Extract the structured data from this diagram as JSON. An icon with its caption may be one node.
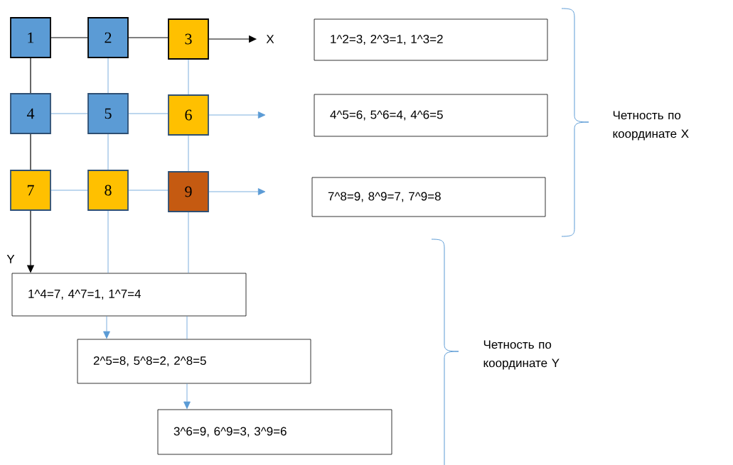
{
  "diagram": {
    "nodes": [
      {
        "text": [
          "1"
        ]
      },
      {
        "text": [
          "2"
        ]
      },
      {
        "text": [
          "3"
        ]
      },
      {
        "text": [
          "4"
        ]
      },
      {
        "text": [
          "5"
        ]
      },
      {
        "text": [
          "6"
        ]
      },
      {
        "text": [
          "7"
        ]
      },
      {
        "text": [
          "8"
        ]
      },
      {
        "text": [
          "9"
        ]
      },
      {
        "text": [
          "1^2=3, 2^3=1, 1^3=2"
        ]
      },
      {
        "text": [
          "4^5=6, 5^6=4, 4^6=5"
        ]
      },
      {
        "text": [
          "7^8=9, 8^9=7, 7^9=8"
        ]
      },
      {
        "text": [
          "1^4=7, 4^7=1, 1^7=4"
        ]
      },
      {
        "text": [
          "2^5=8, 5^8=2, 2^8=5"
        ]
      },
      {
        "text": [
          "3^6=9, 6^9=3, 3^9=6"
        ]
      },
      {
        "text": [
          "X"
        ]
      }
    ],
    "edges": [
      {
        "from": 0,
        "to": 1,
        "arrow": "none",
        "color": "#000000"
      },
      {
        "from": 1,
        "to": 2,
        "arrow": "none",
        "color": "#000000"
      },
      {
        "from": 2,
        "to": 15,
        "arrow": "to",
        "color": "#000000"
      },
      {
        "from": 3,
        "to": 4,
        "arrow": "none"
      },
      {
        "from": 4,
        "to": 5,
        "arrow": "none"
      },
      {
        "from": 5,
        "to": null,
        "arrow": "to"
      },
      {
        "from": 6,
        "to": 7,
        "arrow": "none"
      },
      {
        "from": 7,
        "to": 8,
        "arrow": "none"
      },
      {
        "from": 8,
        "to": null,
        "arrow": "to"
      },
      {
        "from": 0,
        "to": 3,
        "arrow": "none",
        "color": "#000000"
      },
      {
        "from": 3,
        "to": 6,
        "arrow": "none",
        "color": "#000000"
      },
      {
        "from": 6,
        "to": 12,
        "arrow": "to",
        "color": "#000000",
        "label": "Y"
      },
      {
        "from": 1,
        "to": 4,
        "arrow": "none"
      },
      {
        "from": 4,
        "to": 7,
        "arrow": "none"
      },
      {
        "from": 7,
        "to": 12,
        "arrow": "none"
      },
      {
        "from": 12,
        "to": 13,
        "arrow": "to"
      },
      {
        "from": 2,
        "to": 5,
        "arrow": "none"
      },
      {
        "from": 5,
        "to": 8,
        "arrow": "none"
      },
      {
        "from": 8,
        "to": 12,
        "arrow": "none"
      },
      {
        "from": 12,
        "to": 13,
        "arrow": "none"
      },
      {
        "from": 13,
        "to": 14,
        "arrow": "to"
      }
    ],
    "labels": [
      "Четность по координате X",
      "Четность по координате Y"
    ]
  }
}
